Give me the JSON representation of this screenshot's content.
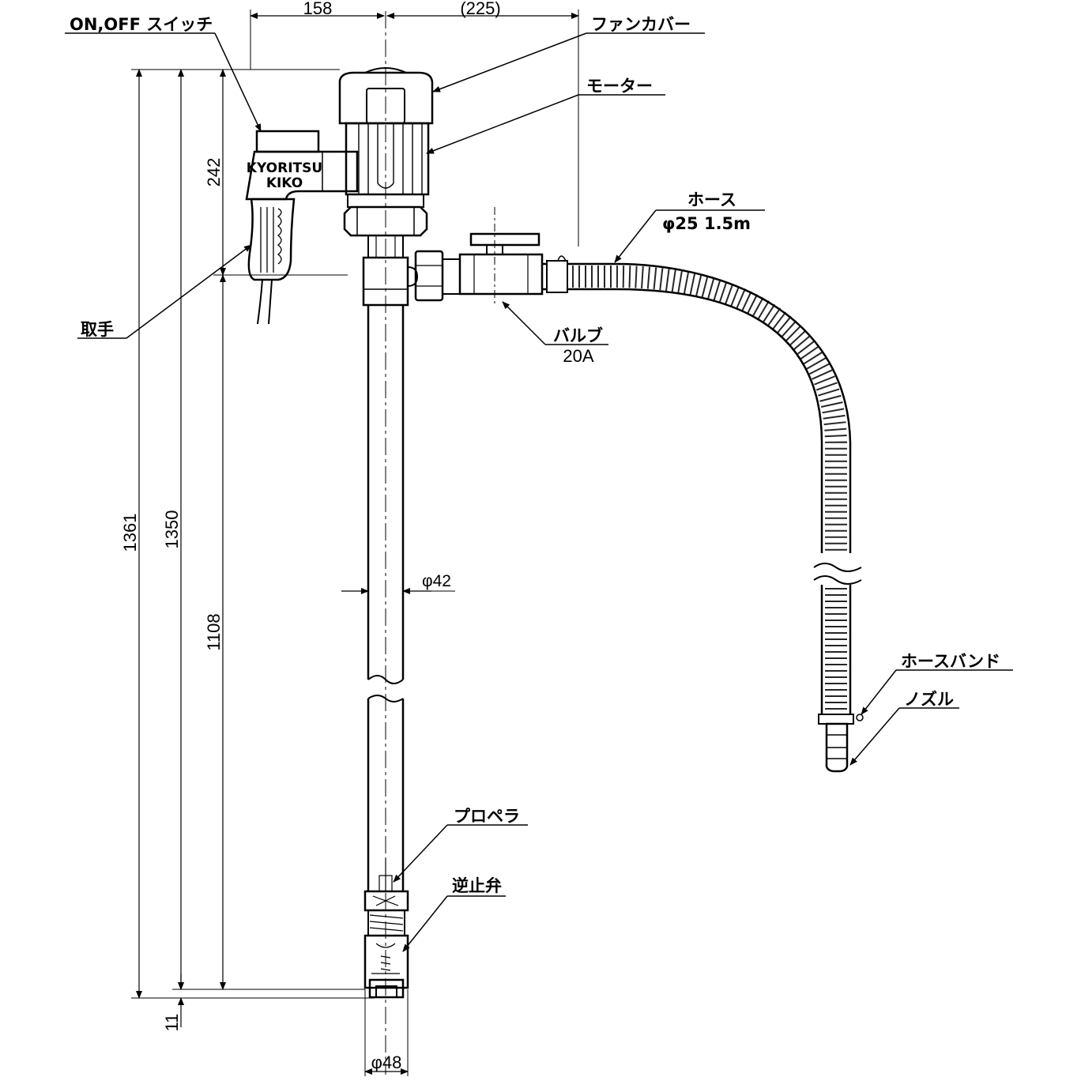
{
  "labels": {
    "switch": "ON,OFF スイッチ",
    "fan_cover": "ファンカバー",
    "motor": "モーター",
    "hose_title": "ホース",
    "hose_spec": "φ25 1.5m",
    "handle": "取手",
    "valve_title": "バルブ",
    "valve_spec": "20A",
    "hose_band": "ホースバンド",
    "nozzle": "ノズル",
    "propeller": "プロペラ",
    "check_valve": "逆止弁",
    "brand_line1": "KYORITSU",
    "brand_line2": "KIKO"
  },
  "dimensions": {
    "top_left": "158",
    "top_right": "(225)",
    "motor_height": "242",
    "overall": "1361",
    "length": "1350",
    "tube": "1108",
    "tip": "11",
    "tube_dia": "φ42",
    "bottom_dia": "φ48"
  },
  "colors": {
    "line": "#000000",
    "background": "#ffffff"
  }
}
